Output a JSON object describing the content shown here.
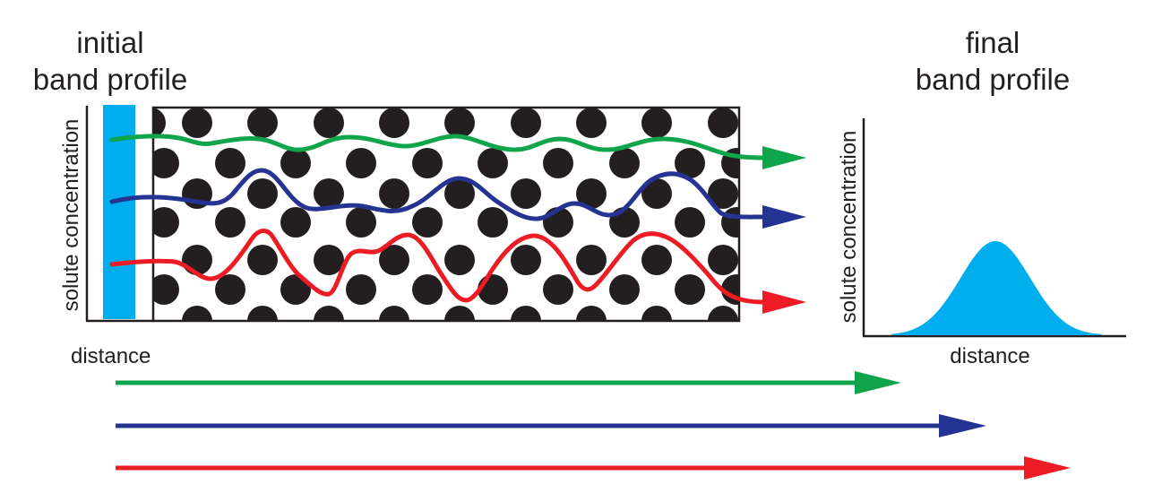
{
  "diagram": {
    "initial_title": [
      "initial",
      "band profile"
    ],
    "final_title": [
      "final",
      "band profile"
    ],
    "initial_axis": {
      "y_label": "solute concentration",
      "x_label": "distance"
    },
    "final_axis": {
      "y_label": "solute concentration",
      "x_label": "distance"
    },
    "colors": {
      "green": "#10a54a",
      "blue": "#253393",
      "red": "#ed1c24",
      "band": "#00adee",
      "particle": "#231f20"
    },
    "paths": [
      {
        "color": "green",
        "relative_distance": "shortest"
      },
      {
        "color": "blue",
        "relative_distance": "medium"
      },
      {
        "color": "red",
        "relative_distance": "longest"
      }
    ],
    "distance_arrows": [
      {
        "color": "green",
        "relative_length": "shortest"
      },
      {
        "color": "blue",
        "relative_length": "medium"
      },
      {
        "color": "red",
        "relative_length": "longest"
      }
    ]
  }
}
